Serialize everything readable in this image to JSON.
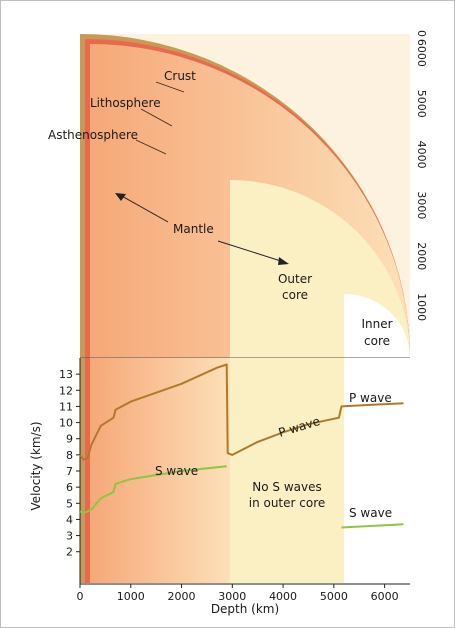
{
  "layer_labels": {
    "crust": "Crust",
    "lithosphere": "Lithosphere",
    "asthenosphere": "Asthenosphere",
    "mantle": "Mantle",
    "outer_core_line1": "Outer",
    "outer_core_line2": "core",
    "inner_core_line1": "Inner",
    "inner_core_line2": "core"
  },
  "depth_scale_ticks": [
    "0",
    "1000",
    "2000",
    "3000",
    "4000",
    "5000",
    "6000"
  ],
  "annotations": {
    "p_wave_mid": "P wave",
    "s_wave_mid": "S wave",
    "p_wave_inner": "P wave",
    "s_wave_inner": "S wave",
    "no_s_line1": "No S waves",
    "no_s_line2": "in outer core"
  },
  "colors": {
    "crust": "#c89a55",
    "lithosphere": "#e86a4e",
    "mantle_light": "#fce0b8",
    "mantle_dark": "#f6a878",
    "outer_core": "#fbefc4",
    "inner_core": "#ffffff",
    "p_wave": "#b07a2a",
    "s_wave": "#8dc63f"
  },
  "chart_data": {
    "type": "line",
    "xlabel": "Depth (km)",
    "ylabel": "Velocity (km/s)",
    "xlim": [
      0,
      6500
    ],
    "ylim": [
      0,
      14
    ],
    "xticks": [
      0,
      1000,
      2000,
      3000,
      4000,
      5000,
      6000
    ],
    "yticks": [
      2,
      3,
      4,
      5,
      6,
      7,
      8,
      9,
      10,
      11,
      12,
      13
    ],
    "series": [
      {
        "name": "P wave",
        "segments": [
          [
            [
              0,
              8.0
            ],
            [
              70,
              7.7
            ],
            [
              150,
              7.8
            ],
            [
              220,
              8.6
            ],
            [
              300,
              9.1
            ],
            [
              410,
              9.8
            ],
            [
              660,
              10.3
            ],
            [
              700,
              10.8
            ],
            [
              1000,
              11.3
            ],
            [
              2000,
              12.4
            ],
            [
              2700,
              13.4
            ],
            [
              2890,
              13.6
            ],
            [
              2910,
              8.1
            ],
            [
              3000,
              8.0
            ],
            [
              3500,
              8.8
            ],
            [
              4000,
              9.4
            ],
            [
              4500,
              9.9
            ],
            [
              5100,
              10.3
            ],
            [
              5150,
              11.0
            ],
            [
              6371,
              11.2
            ]
          ]
        ]
      },
      {
        "name": "S wave",
        "segments": [
          [
            [
              0,
              4.5
            ],
            [
              70,
              4.4
            ],
            [
              220,
              4.6
            ],
            [
              300,
              4.9
            ],
            [
              410,
              5.3
            ],
            [
              660,
              5.7
            ],
            [
              700,
              6.2
            ],
            [
              1000,
              6.5
            ],
            [
              2000,
              7.0
            ],
            [
              2890,
              7.3
            ]
          ],
          [
            [
              5150,
              3.5
            ],
            [
              6371,
              3.7
            ]
          ]
        ]
      }
    ]
  }
}
